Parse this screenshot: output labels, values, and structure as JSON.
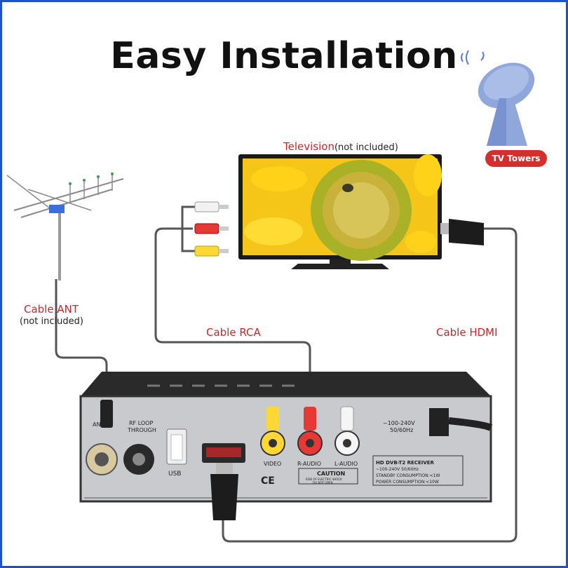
{
  "title": "Easy Installation",
  "badge": "TV Towers",
  "tv": {
    "label": "Television",
    "note": "(not included)"
  },
  "cables": {
    "ant": {
      "label": "Cable ANT",
      "note": "(not included)"
    },
    "rca": {
      "label": "Cable RCA"
    },
    "hdmi": {
      "label": "Cable HDMI"
    }
  },
  "receiver": {
    "ant_in": "ANT IN",
    "rf_loop": "RF LOOP",
    "rf_through": "THROUGH",
    "usb": "USB",
    "video": "VIDEO",
    "r_audio": "R-AUDIO",
    "l_audio": "L-AUDIO",
    "voltage": "~100-240V",
    "freq": "50/60Hz",
    "spec_title": "HD DVB-T2 RECEIVER",
    "spec_voltage": "~100-240V 50/60Hz",
    "spec_standby": "STANDBY CONSUMPTION:<1W",
    "spec_power": "POWER CONSUMPTION:<10W",
    "caution": "CAUTION",
    "caution_sub1": "RISK OF ELECTRIC SHOCK",
    "caution_sub2": "DO NOT OPEN",
    "ce": "CE"
  },
  "colors": {
    "accent_red": "#c62828",
    "frame_blue": "#1f4fd1",
    "rca_white": "#f5f5f5",
    "rca_red": "#e53935",
    "rca_yellow": "#fdd835"
  }
}
